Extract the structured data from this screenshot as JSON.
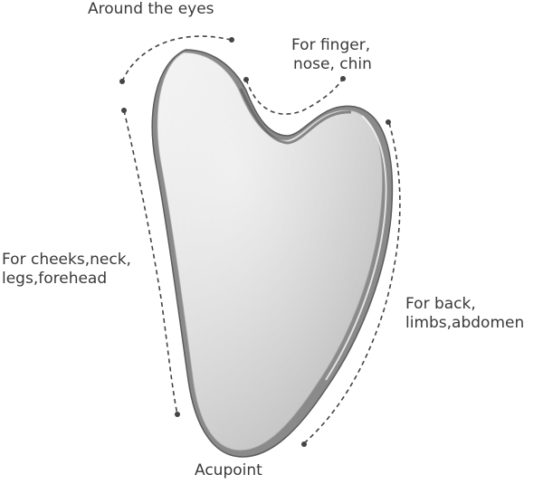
{
  "labels": {
    "around_eyes": "Around the eyes",
    "finger_nose_chin": [
      "For finger,",
      "nose, chin"
    ],
    "cheeks_neck": [
      "For cheeks,neck,",
      "legs,forehead"
    ],
    "back_limbs": [
      "For back,",
      "limbs,abdomen"
    ],
    "acupoint": "Acupoint"
  },
  "colors": {
    "label_text": "#3a3a3a",
    "guide_line": "#444444",
    "steel_light": "#f4f4f4",
    "steel_mid": "#cfcfcf",
    "steel_dark": "#7a7a7a"
  }
}
